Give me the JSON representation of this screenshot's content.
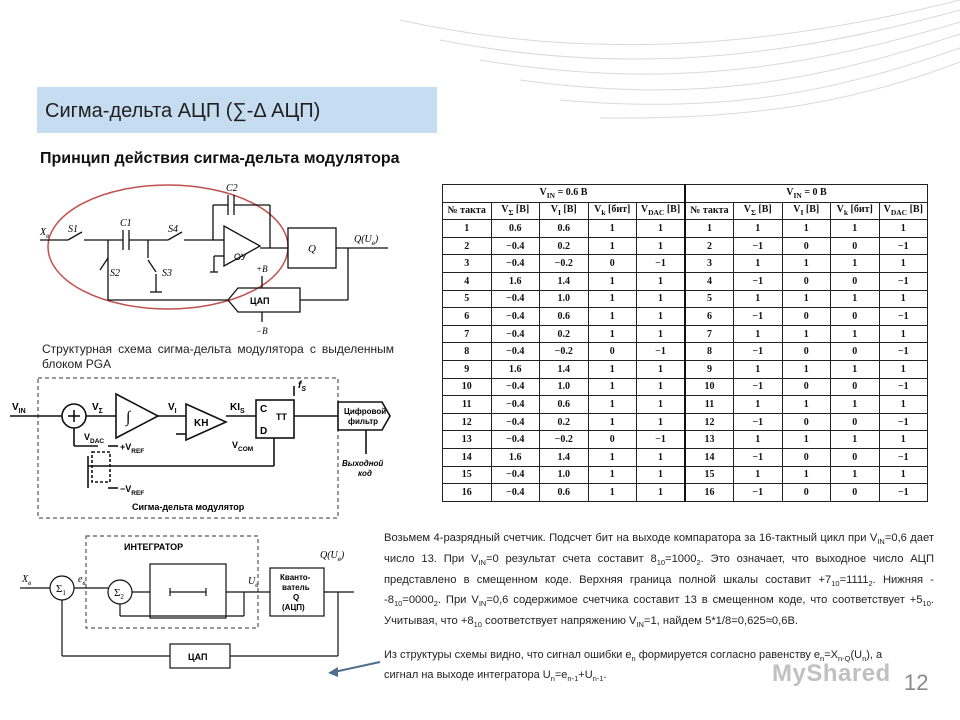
{
  "slide": {
    "title": "Сигма-дельта АЦП (∑-Δ АЦП)",
    "subtitle": "Принцип действия сигма-дельта модулятора",
    "page_number": "12",
    "watermark": "MyShared"
  },
  "diagram1": {
    "labels": {
      "xin": "X",
      "xin_sub": "в",
      "s1": "S1",
      "c1": "C1",
      "s4": "S4",
      "c2": "C2",
      "s2": "S2",
      "s3": "S3",
      "ou": "ОУ",
      "q": "Q",
      "output": "Q(U",
      "output_sub": "в",
      "output_end": ")",
      "plus_b": "+B",
      "minus_b": "−B",
      "dac": "ЦАП"
    },
    "caption": "Структурная схема сигма-дельта модулятора с выделенным блоком PGA"
  },
  "diagram2": {
    "labels": {
      "vin": "V",
      "vin_sub": "IN",
      "vsigma": "V",
      "vsigma_sub": "Σ",
      "integral": "∫",
      "vi": "V",
      "vi_sub": "I",
      "kh": "KH",
      "ki": "KI",
      "ki_sub": "S",
      "fs": "f",
      "fs_sub": "S",
      "c": "C",
      "tt": "TT",
      "d": "D",
      "vcom": "V",
      "vcom_sub": "COM",
      "vdac": "V",
      "vdac_sub": "DAC",
      "vref_plus": "+V",
      "vref_plus_sub": "REF",
      "vref_minus": "−V",
      "vref_minus_sub": "REF",
      "filter_line1": "Цифровой",
      "filter_line2": "фильтр",
      "out_line1": "Выходной",
      "out_line2": "код",
      "block_title": "Сигма-дельта модулятор"
    }
  },
  "diagram3": {
    "labels": {
      "xin": "X",
      "xin_sub": "в",
      "e": "e",
      "e_sub": "в",
      "sigma1": "Σ",
      "sigma1_sub": "1",
      "sigma2": "Σ",
      "sigma2_sub": "2",
      "integrator": "ИНТЕГРАТОР",
      "u": "U",
      "u_sub": "в",
      "quant_line1": "Кванто-",
      "quant_line2": "ватель",
      "quant_line3": "Q",
      "quant_line4": "(АЦП)",
      "output": "Q(U",
      "output_sub": "в",
      "output_end": ")",
      "dac": "ЦАП"
    }
  },
  "table": {
    "group_headers": [
      "V_IN = 0.6 B",
      "V_IN = 0 B"
    ],
    "columns": [
      "№ такта",
      "V_Σ [B]",
      "V_I [B]",
      "V_k [бит]",
      "V_DAC [B]",
      "№ такта",
      "V_Σ [B]",
      "V_I [B]",
      "V_k [бит]",
      "V_DAC [B]"
    ],
    "rows": [
      [
        "1",
        "0.6",
        "0.6",
        "1",
        "1",
        "1",
        "1",
        "1",
        "1",
        "1"
      ],
      [
        "2",
        "−0.4",
        "0.2",
        "1",
        "1",
        "2",
        "−1",
        "0",
        "0",
        "−1"
      ],
      [
        "3",
        "−0.4",
        "−0.2",
        "0",
        "−1",
        "3",
        "1",
        "1",
        "1",
        "1"
      ],
      [
        "4",
        "1.6",
        "1.4",
        "1",
        "1",
        "4",
        "−1",
        "0",
        "0",
        "−1"
      ],
      [
        "5",
        "−0.4",
        "1.0",
        "1",
        "1",
        "5",
        "1",
        "1",
        "1",
        "1"
      ],
      [
        "6",
        "−0.4",
        "0.6",
        "1",
        "1",
        "6",
        "−1",
        "0",
        "0",
        "−1"
      ],
      [
        "7",
        "−0.4",
        "0.2",
        "1",
        "1",
        "7",
        "1",
        "1",
        "1",
        "1"
      ],
      [
        "8",
        "−0.4",
        "−0.2",
        "0",
        "−1",
        "8",
        "−1",
        "0",
        "0",
        "−1"
      ],
      [
        "9",
        "1.6",
        "1.4",
        "1",
        "1",
        "9",
        "1",
        "1",
        "1",
        "1"
      ],
      [
        "10",
        "−0.4",
        "1.0",
        "1",
        "1",
        "10",
        "−1",
        "0",
        "0",
        "−1"
      ],
      [
        "11",
        "−0.4",
        "0.6",
        "1",
        "1",
        "11",
        "1",
        "1",
        "1",
        "1"
      ],
      [
        "12",
        "−0.4",
        "0.2",
        "1",
        "1",
        "12",
        "−1",
        "0",
        "0",
        "−1"
      ],
      [
        "13",
        "−0.4",
        "−0.2",
        "0",
        "−1",
        "13",
        "1",
        "1",
        "1",
        "1"
      ],
      [
        "14",
        "1.6",
        "1.4",
        "1",
        "1",
        "14",
        "−1",
        "0",
        "0",
        "−1"
      ],
      [
        "15",
        "−0.4",
        "1.0",
        "1",
        "1",
        "15",
        "1",
        "1",
        "1",
        "1"
      ],
      [
        "16",
        "−0.4",
        "0.6",
        "1",
        "1",
        "16",
        "−1",
        "0",
        "0",
        "−1"
      ]
    ]
  },
  "text": {
    "paragraph1": "Возьмем 4-разрядный счетчик. Подсчет бит на выходе компаратора за 16-тактный цикл при V_IN=0,6 дает число 13. При V_IN=0 результат счета составит 8_10=1000_2. Это означает, что выходное число АЦП представлено в смещенном коде. Верхняя граница полной шкалы составит +7_10=1111_2. Нижняя - -8_10=0000_2. При V_IN=0,6 содержимое счетчика составит 13 в смещенном коде, что соответствует +5_10. Учитывая, что +8_10 соответствует напряжению V_IN=1, найдем 5*1/8=0,625≈0,6В.",
    "paragraph2": "Из структуры схемы видно, что сигнал ошибки e_n формируется согласно равенству e_n=X_n-Q(U_n), а сигнал на выходе интегратора U_n=e_n-1+U_n-1."
  },
  "colors": {
    "title_bar": "#c6dcf1",
    "ellipse": "#c0504d",
    "arrow": "#4f6f8f",
    "page_number": "#888888"
  }
}
